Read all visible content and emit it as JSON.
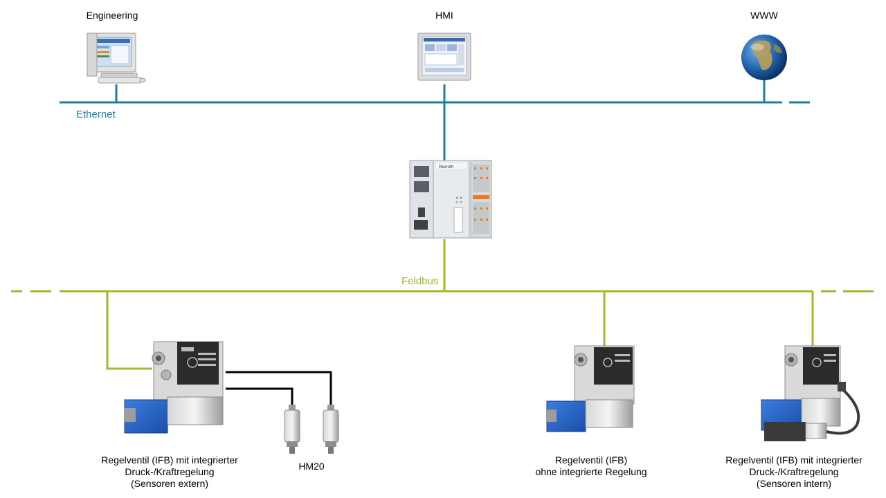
{
  "top_nodes": {
    "engineering": "Engineering",
    "hmi": "HMI",
    "www": "WWW"
  },
  "buses": {
    "ethernet": {
      "label": "Ethernet",
      "color": "#1a7fa0"
    },
    "feldbus": {
      "label": "Feldbus",
      "color": "#9bbb2b"
    }
  },
  "sensor_label": "HM20",
  "devices": {
    "valve_external": [
      "Regelventil (IFB) mit integrierter",
      "Druck-/Kraftregelung",
      "(Sensoren extern)"
    ],
    "valve_plain": [
      "Regelventil (IFB)",
      "ohne integrierte Regelung"
    ],
    "valve_internal": [
      "Regelventil (IFB) mit integrierter",
      "Druck-/Kraftregelung",
      "(Sensoren intern)"
    ]
  },
  "controller_brand": "Rexroth",
  "colors": {
    "valve_blue": "#2a66c8",
    "sensor_wire": "#000000"
  }
}
